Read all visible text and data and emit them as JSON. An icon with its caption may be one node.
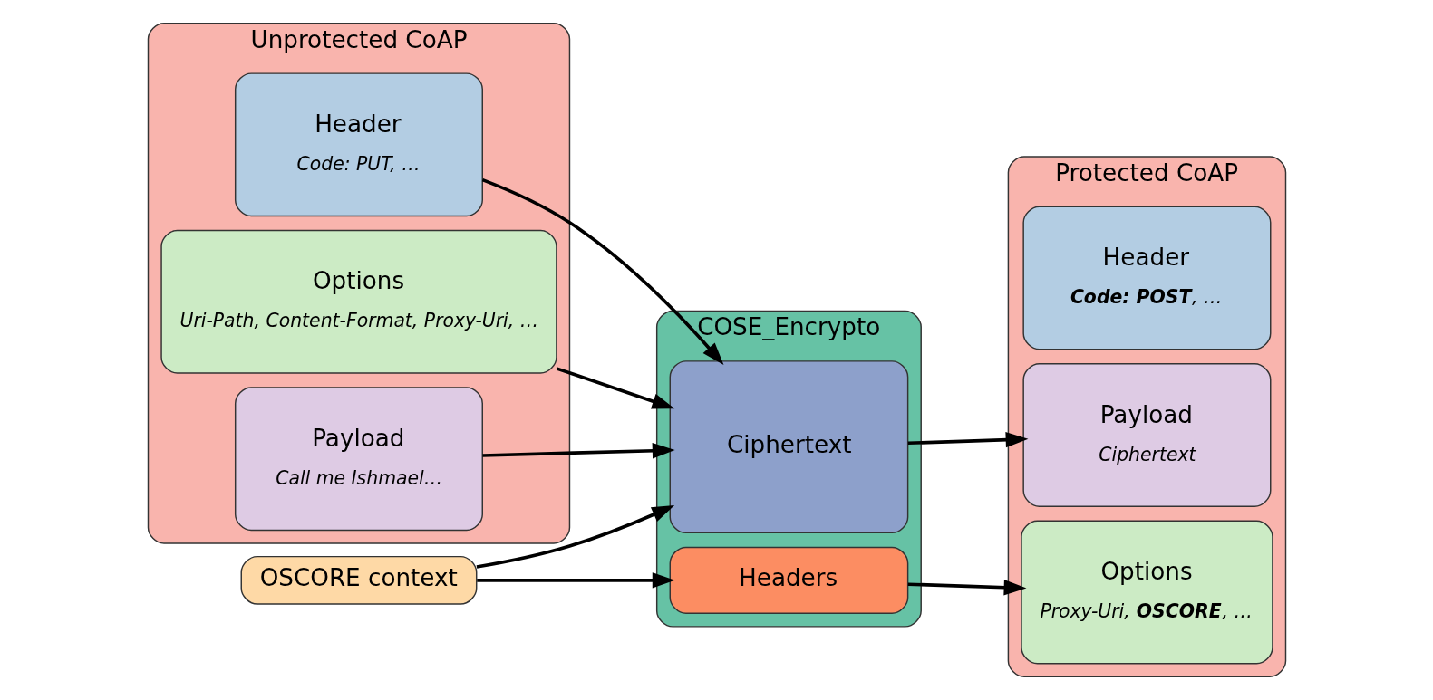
{
  "diagram": {
    "nodes": [
      {
        "text": [
          "Unprotected CoAP"
        ]
      },
      {
        "text": [
          "Header",
          "Code: PUT, …"
        ],
        "in": 0
      },
      {
        "text": [
          "Options",
          "Uri-Path, Content-Format, Proxy-Uri, …"
        ],
        "in": 0
      },
      {
        "text": [
          "Payload",
          "Call me Ishmael…"
        ],
        "in": 0
      },
      {
        "text": [
          "OSCORE context"
        ]
      },
      {
        "text": [
          "COSE_Encrypto"
        ]
      },
      {
        "text": [
          "Headers"
        ],
        "in": 5
      },
      {
        "text": [
          "Ciphertext"
        ],
        "in": 5
      },
      {
        "text": [
          "Protected CoAP"
        ]
      },
      {
        "text": [
          "Header",
          "**Code: POST**, …"
        ],
        "in": 8
      },
      {
        "text": [
          "Options",
          "Proxy-Uri, **OSCORE**, …"
        ],
        "in": 8
      },
      {
        "text": [
          "Payload",
          "Ciphertext"
        ],
        "in": 8
      }
    ],
    "edges": [
      {
        "from": 1,
        "to": 7,
        "arrow": "to"
      },
      {
        "from": 2,
        "to": 7,
        "arrow": "to"
      },
      {
        "from": 3,
        "to": 7,
        "arrow": "to"
      },
      {
        "from": 4,
        "to": 6,
        "arrow": "to"
      },
      {
        "from": 4,
        "to": 7,
        "arrow": "to"
      },
      {
        "from": 6,
        "to": 10,
        "arrow": "to"
      },
      {
        "from": 7,
        "to": 11,
        "arrow": "to"
      }
    ]
  }
}
